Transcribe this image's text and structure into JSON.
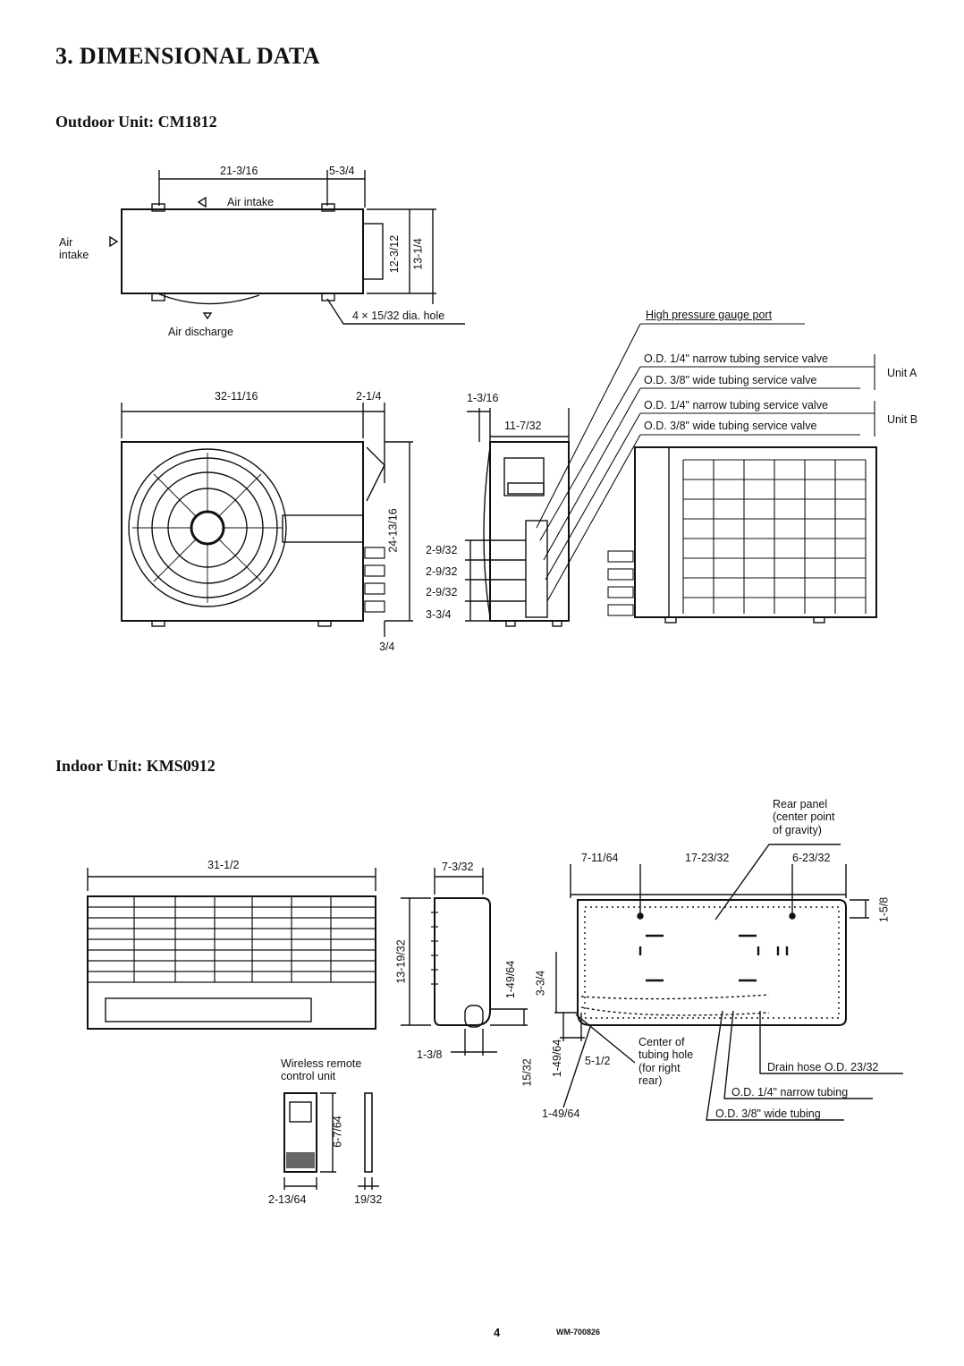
{
  "section_title": "3. DIMENSIONAL DATA",
  "outdoor": {
    "title": "Outdoor Unit:  CM1812",
    "top_view": {
      "dim_width": "21-3/16",
      "dim_offset": "5-3/4",
      "air_intake_top": "Air intake",
      "air_intake_side": "Air\nintake",
      "dim_depth_inner": "12-3/12",
      "dim_depth_outer": "13-1/4",
      "hole_note": "4 × 15/32 dia. hole",
      "air_discharge": "Air discharge"
    },
    "front_view": {
      "dim_width": "32-11/16",
      "dim_right": "2-1/4",
      "dim_height": "24-13/16",
      "dim_bottom": "3/4"
    },
    "side_view": {
      "dim_top": "1-3/16",
      "dim_width": "11-7/32",
      "dim_valves": [
        "2-9/32",
        "2-9/32",
        "2-9/32",
        "3-3/4"
      ]
    },
    "callouts": {
      "gauge_port": "High pressure gauge port",
      "a_narrow": "O.D. 1/4\" narrow tubing service valve",
      "a_wide": "O.D. 3/8\" wide tubing service valve",
      "unit_a": "Unit A",
      "b_narrow": "O.D. 1/4\" narrow tubing service valve",
      "b_wide": "O.D. 3/8\" wide tubing service valve",
      "unit_b": "Unit B"
    }
  },
  "indoor": {
    "title": "Indoor Unit:  KMS0912",
    "front": {
      "dim_width": "31-1/2"
    },
    "side": {
      "dim_depth": "7-3/32",
      "dim_height": "13-19/32",
      "dim_bottom_a": "1-49/64",
      "dim_bottom_b": "1-3/8",
      "dim_bottom_c": "15/32"
    },
    "rear": {
      "rear_panel": "Rear panel\n(center point\nof gravity)",
      "dim_left": "7-11/64",
      "dim_mid": "17-23/32",
      "dim_right": "6-23/32",
      "dim_top_right": "1-5/8",
      "dim_left_v": "3-3/4",
      "dim_left_v2": "1-49/64",
      "dim_hole_a": "5-1/2",
      "dim_hole_b": "1-49/64",
      "center_hole": "Center of\ntubing hole\n(for right\nrear)",
      "drain_hose": "Drain hose O.D. 23/32",
      "narrow_tubing": "O.D. 1/4\" narrow tubing",
      "wide_tubing": "O.D. 3/8\" wide tubing"
    },
    "remote": {
      "label": "Wireless remote\ncontrol unit",
      "dim_height": "6-7/64",
      "dim_width": "2-13/64",
      "dim_thick": "19/32"
    }
  },
  "footer": {
    "page_number": "4",
    "doc_code": "WM-700826"
  }
}
